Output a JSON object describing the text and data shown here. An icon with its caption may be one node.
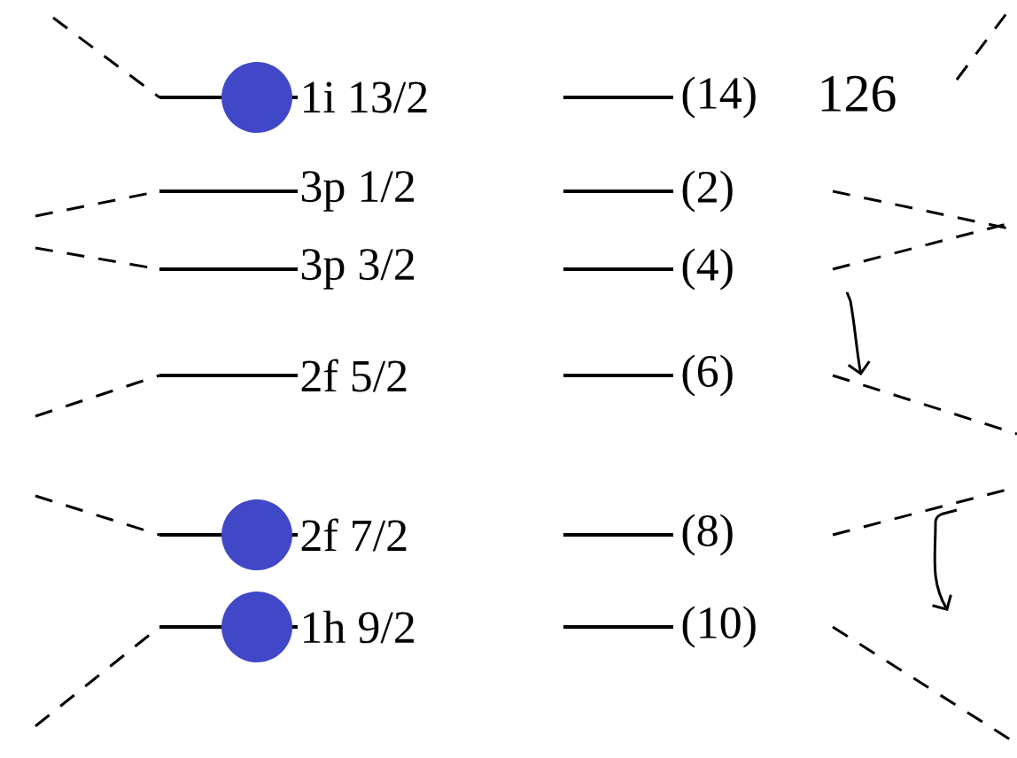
{
  "diagram": {
    "labels": [
      "1i 13/2",
      "(14)",
      "126",
      "3p 1/2",
      "(2)",
      "3p 3/2",
      "(4)",
      "2f 5/2",
      "(6)",
      "2f 7/2",
      "(8)",
      "1h 9/2",
      "(10)"
    ]
  }
}
